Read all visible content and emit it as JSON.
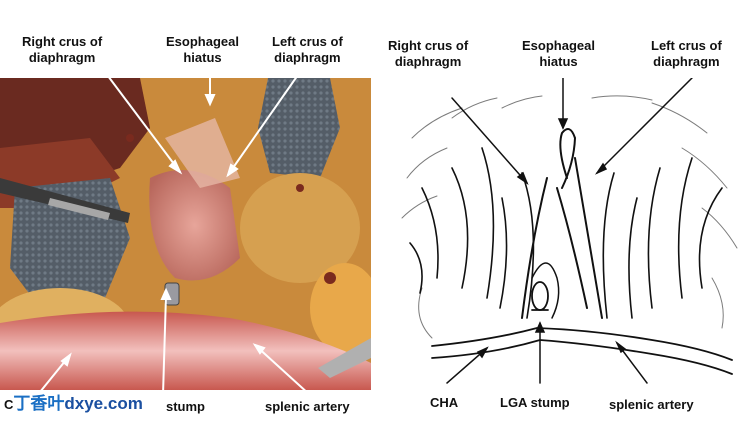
{
  "left_panel": {
    "labels": {
      "right_crus": "Right crus of\ndiaphragm",
      "esophageal_hiatus": "Esophageal\nhiatus",
      "left_crus": "Left crus of\ndiaphragm",
      "lga_stump_partial": "stump",
      "splenic_artery": "splenic artery"
    }
  },
  "right_panel": {
    "labels": {
      "right_crus": "Right crus of\ndiaphragm",
      "esophageal_hiatus": "Esophageal\nhiatus",
      "left_crus": "Left crus of\ndiaphragm",
      "cha": "CHA",
      "lga_stump": "LGA stump",
      "splenic_artery": "splenic artery"
    }
  },
  "watermark": {
    "prefix": "C",
    "cn_text": "丁香叶",
    "en_text": "dxye.com"
  },
  "colors": {
    "tissue_yellow": "#d9a44a",
    "tissue_pink": "#d98b7e",
    "gauze_gray": "#5d6670",
    "dark_red": "#7a2a1e",
    "line_black": "#111111"
  }
}
